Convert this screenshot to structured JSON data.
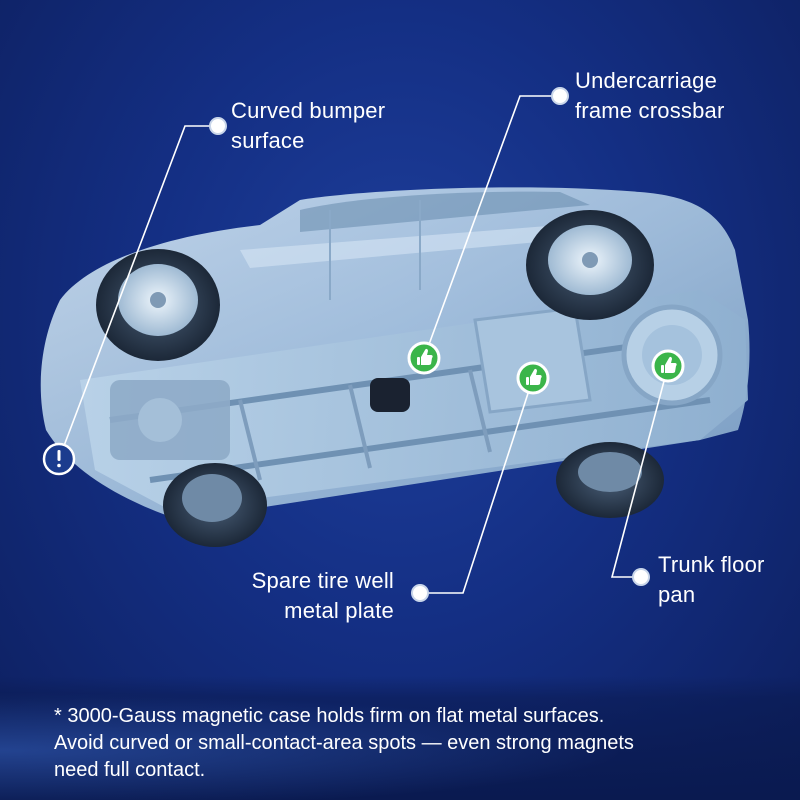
{
  "callouts": {
    "bumper": {
      "line1": "Curved bumper",
      "line2": "surface",
      "status": "warning",
      "icon": "exclamation-icon"
    },
    "crossbar": {
      "line1": "Undercarriage",
      "line2": "frame crossbar",
      "status": "ok",
      "icon": "thumbs-up-icon"
    },
    "spare": {
      "line1": "Spare tire well",
      "line2": "metal plate",
      "status": "ok",
      "icon": "thumbs-up-icon"
    },
    "trunk": {
      "line1": "Trunk floor",
      "line2": "pan",
      "status": "ok",
      "icon": "thumbs-up-icon"
    }
  },
  "footer": {
    "line1": "* 3000-Gauss magnetic case holds firm on flat metal surfaces.",
    "line2": "Avoid curved or small-contact-area spots — even strong magnets",
    "line3": "need full contact."
  },
  "colors": {
    "background": "#142f84",
    "ok_badge": "#3bb54a",
    "warning_badge": "#1b3c8e",
    "callout_line": "#ffffff",
    "text": "#ffffff"
  }
}
